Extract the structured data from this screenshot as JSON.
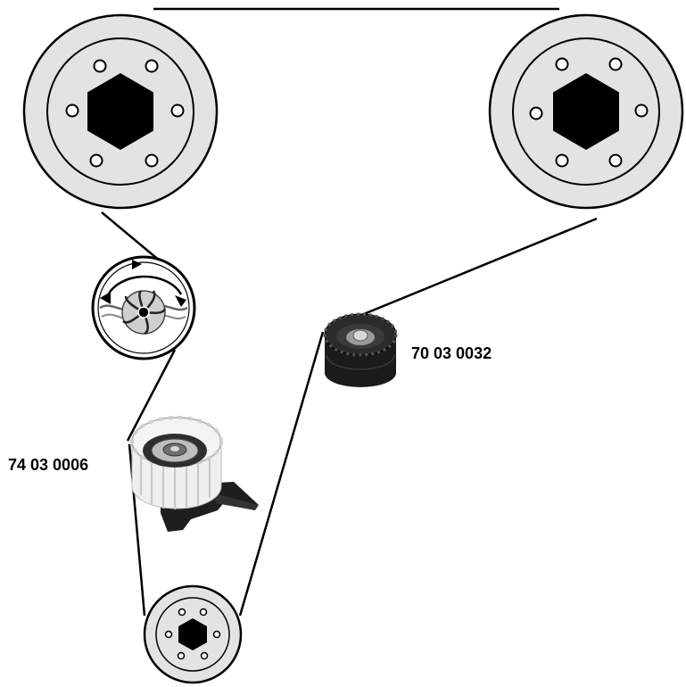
{
  "parts": {
    "tensioner_label": "74 03 0006",
    "idler_label": "70 03 0032"
  },
  "components": [
    {
      "id": "camshaft-pulley-left",
      "icon": "pulley-hex-bolt-icon"
    },
    {
      "id": "camshaft-pulley-right",
      "icon": "pulley-hex-bolt-icon"
    },
    {
      "id": "water-pump",
      "icon": "water-pump-impeller-icon"
    },
    {
      "id": "tensioner-pulley",
      "icon": "toothed-tensioner-icon"
    },
    {
      "id": "idler-pulley",
      "icon": "idler-roller-icon"
    },
    {
      "id": "crankshaft-pulley",
      "icon": "pulley-hex-bolt-icon"
    }
  ],
  "colors": {
    "pulley_fill": "#e3e3e3",
    "outline": "#000000",
    "roller_dark": "#1b1b1b",
    "tensioner_light": "#f0f0f0"
  }
}
